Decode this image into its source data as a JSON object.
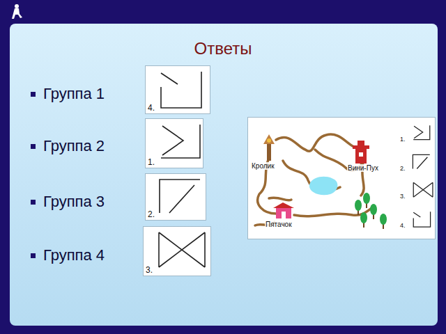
{
  "diagram": {
    "title": "Ответы",
    "nodes": [
      {
        "text": [
          "4."
        ]
      },
      {
        "text": [
          "1."
        ]
      },
      {
        "text": [
          "2."
        ]
      },
      {
        "text": [
          "3."
        ]
      },
      {
        "text": [
          "Кролик",
          "Вини-Пух",
          "Пятачок",
          "1.",
          "2.",
          "3.",
          "4."
        ]
      }
    ],
    "labels": [
      "Группа 1",
      "Группа 2",
      "Группа 3",
      "Группа 4"
    ]
  }
}
